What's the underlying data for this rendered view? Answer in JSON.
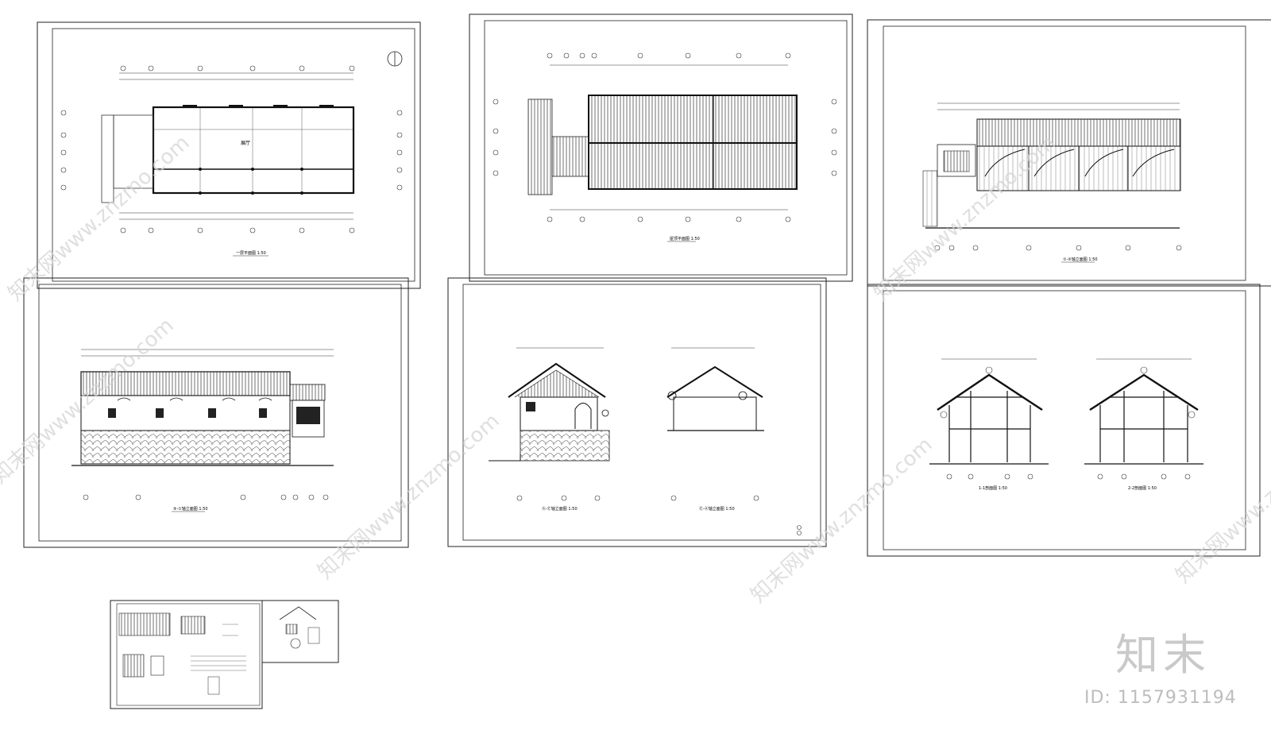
{
  "brand": {
    "name": "知末",
    "id_text": "ID: 1157931194"
  },
  "watermark": {
    "text": "知末网www.znzmo.com"
  },
  "sheets": [
    {
      "key": "floor-plan",
      "title": "一层平面图 1:50",
      "room_label": "展厅"
    },
    {
      "key": "roof-plan",
      "title": "屋顶平面图 1:50"
    },
    {
      "key": "section-elev",
      "title": "①-⑨轴立面图 1:50"
    },
    {
      "key": "front-elev",
      "title": "⑨-①轴立面图 1:50"
    },
    {
      "key": "side-elev",
      "title_a": "Ⓐ-Ⓔ轴立面图 1:50",
      "title_b": "Ⓔ-Ⓐ轴立面图 1:50"
    },
    {
      "key": "cross-sections",
      "title_a": "1-1剖面图 1:50",
      "title_b": "2-2剖面图 1:50"
    }
  ],
  "colors": {
    "line": "#1a1a1a",
    "watermark": "#d9d9d9"
  }
}
